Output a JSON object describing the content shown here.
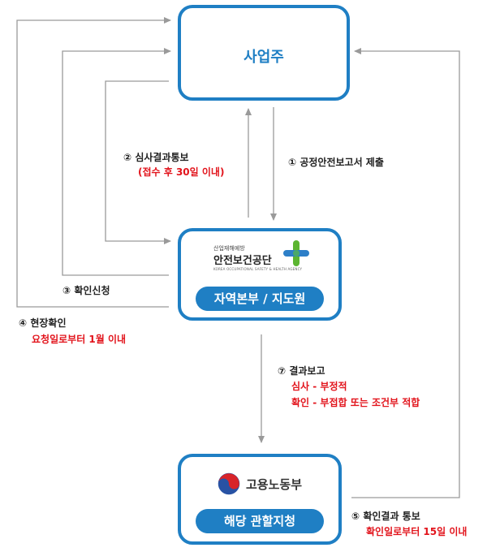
{
  "boxes": {
    "employer": {
      "title": "사업주"
    },
    "kosha": {
      "logo_small": "산업재해예방",
      "logo_main": "안전보건공단",
      "logo_english": "KOREA OCCUPATIONAL SAFETY & HEALTH AGENCY",
      "pill": "자역본부 / 지도원"
    },
    "moel": {
      "logo_name": "고용노동부",
      "pill": "해당 관할지청"
    }
  },
  "edges": {
    "step1": {
      "label": "① 공정안전보고서 제출"
    },
    "step2": {
      "label": "② 심사결과통보",
      "sub": "(접수 후 30일 이내)"
    },
    "step3": {
      "label": "③ 확인신청"
    },
    "step4": {
      "label": "④ 현장확인",
      "sub": "요청일로부터 1월 이내"
    },
    "step5": {
      "label": "⑤ 확인결과 통보",
      "sub": "확인일로부터 15일 이내"
    },
    "step7": {
      "label": "⑦ 결과보고",
      "sub1": "심사 - 부정적",
      "sub2": "확인 - 부접합 또는 조건부 적합"
    }
  },
  "colors": {
    "accent": "#1f7fc4",
    "arrow": "#9a9a9a",
    "note": "#e2141c",
    "logo_green": "#5cb531",
    "logo_blue": "#2d7fc8"
  }
}
